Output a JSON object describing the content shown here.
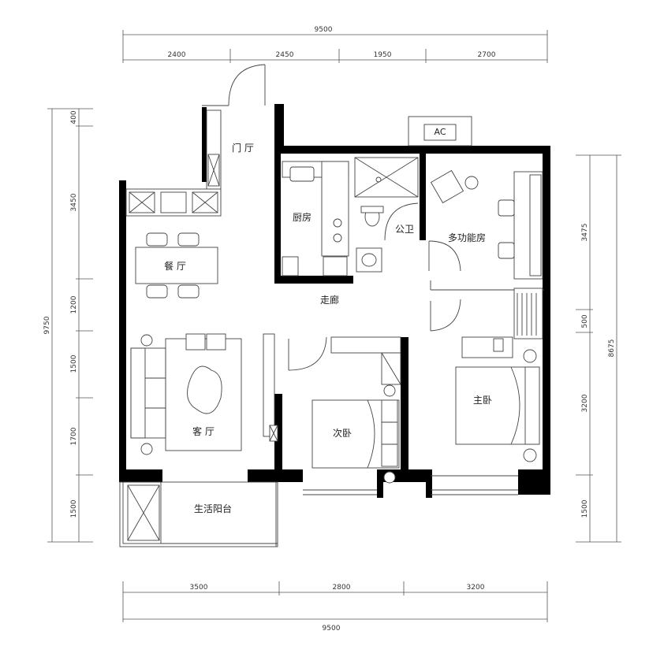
{
  "rooms": {
    "entry": "门 厅",
    "kitchen": "厨房",
    "bathroom": "公卫",
    "multi_room": "多功能房",
    "dining": "餐 厅",
    "corridor": "走廊",
    "living": "客 厅",
    "second_bedroom": "次卧",
    "master_bedroom": "主卧",
    "balcony": "生活阳台"
  },
  "ac_label": "AC",
  "dimensions": {
    "top_total": "9500",
    "top_segments": [
      "2400",
      "2450",
      "1950",
      "2700"
    ],
    "bottom_segments": [
      "3500",
      "2800",
      "3200"
    ],
    "bottom_total": "9500",
    "left_total": "9750",
    "left_segments": [
      "400",
      "3450",
      "1200",
      "1500",
      "1700",
      "1500"
    ],
    "right_total": "8675",
    "right_segments": [
      "3475",
      "500",
      "3200",
      "1500"
    ]
  }
}
